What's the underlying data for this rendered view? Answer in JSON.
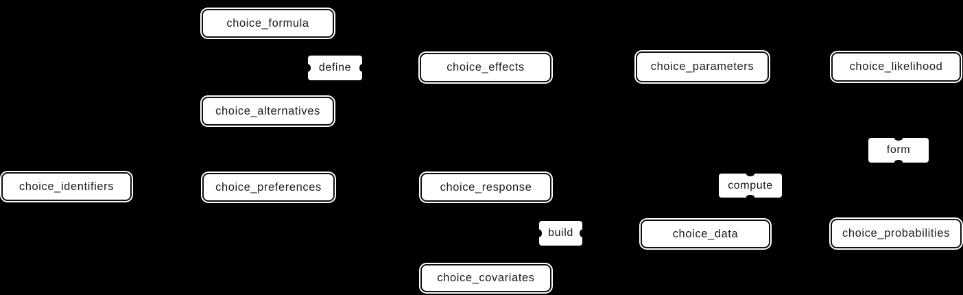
{
  "diagram": {
    "type": "dag",
    "background_color": "#000000",
    "node_fill_color": "#ffffff",
    "node_border_color": "#0f0f0f",
    "node_text_color": "#1b1b1b",
    "nodes": [
      {
        "id": "choice_formula",
        "label": "choice_formula"
      },
      {
        "id": "choice_effects",
        "label": "choice_effects"
      },
      {
        "id": "choice_parameters",
        "label": "choice_parameters"
      },
      {
        "id": "choice_likelihood",
        "label": "choice_likelihood"
      },
      {
        "id": "choice_alternatives",
        "label": "choice_alternatives"
      },
      {
        "id": "choice_identifiers",
        "label": "choice_identifiers"
      },
      {
        "id": "choice_preferences",
        "label": "choice_preferences"
      },
      {
        "id": "choice_response",
        "label": "choice_response"
      },
      {
        "id": "choice_data",
        "label": "choice_data"
      },
      {
        "id": "choice_probabilities",
        "label": "choice_probabilities"
      },
      {
        "id": "choice_covariates",
        "label": "choice_covariates"
      }
    ],
    "edge_labels": [
      {
        "id": "define",
        "label": "define"
      },
      {
        "id": "form",
        "label": "form"
      },
      {
        "id": "compute",
        "label": "compute"
      },
      {
        "id": "build",
        "label": "build"
      }
    ]
  }
}
